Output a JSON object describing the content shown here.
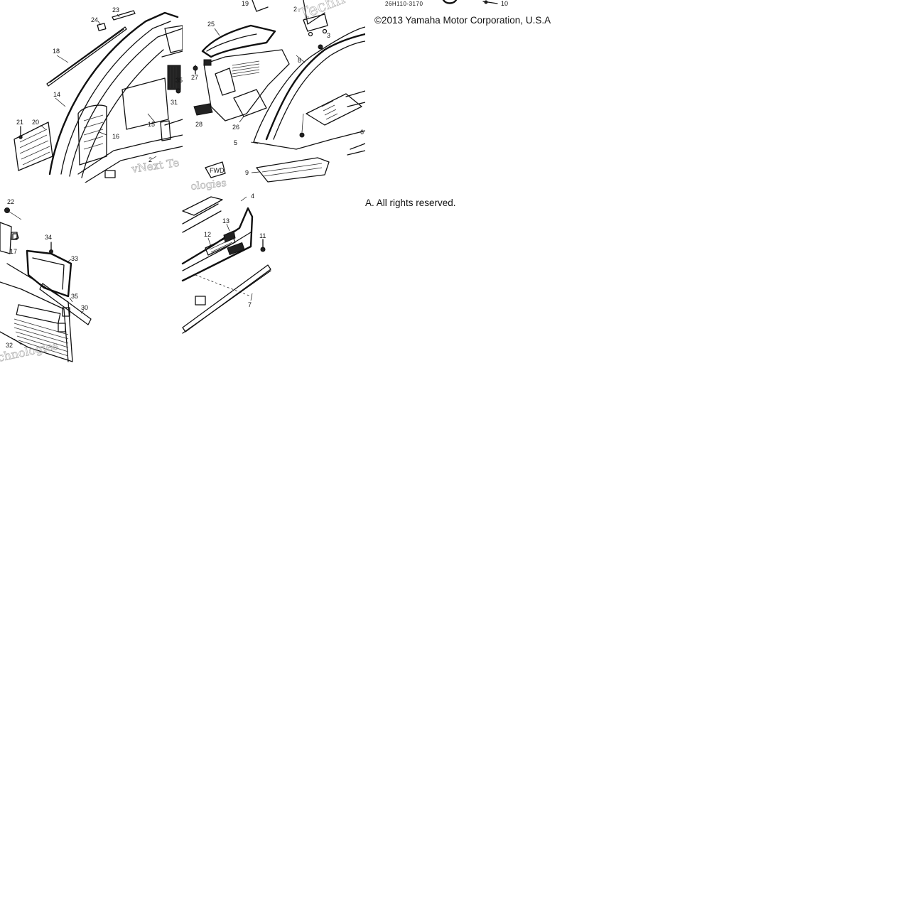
{
  "tiles": {
    "top_left": {
      "callouts": [
        "23",
        "24",
        "18",
        "14",
        "21",
        "20",
        "16",
        "15",
        "31",
        "35",
        "2"
      ],
      "watermark": "vNext Te"
    },
    "top_middle": {
      "callouts": [
        "19",
        "2",
        "25",
        "27",
        "3",
        "8",
        "28",
        "26",
        "5",
        "9",
        "6"
      ],
      "watermark": "Techn",
      "fwd_label": "FWD"
    },
    "top_right": {
      "drawing_code": "26H110-3170",
      "callouts": [
        "10"
      ],
      "copyright": "©2013 Yamaha Motor Corporation, U.S.A"
    },
    "bottom_left": {
      "callouts": [
        "22",
        "17",
        "34",
        "33",
        "35",
        "30",
        "32"
      ],
      "watermark": "chnologies"
    },
    "bottom_middle": {
      "callouts": [
        "4",
        "13",
        "12",
        "11",
        "7"
      ],
      "watermark": "ologies"
    },
    "bottom_right": {
      "copyright": "A. All rights reserved."
    }
  }
}
